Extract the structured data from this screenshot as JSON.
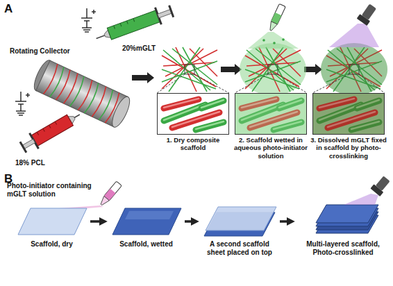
{
  "diagram": {
    "nodes": [
      {
        "text": [
          "1. Dry composite scaffold"
        ]
      },
      {
        "text": [
          "2. Scaffold wetted in aqueous photo-initiator solution"
        ]
      },
      {
        "text": [
          "3. Dissolved mGLT fixed in scaffold by photo-crosslinking"
        ]
      },
      {
        "text": [
          "Scaffold, dry"
        ]
      },
      {
        "text": [
          "Scaffold, wetted"
        ]
      },
      {
        "text": [
          "A second scaffold sheet placed on top"
        ]
      },
      {
        "text": [
          "Multi-layered scaffold, Photo-crosslinked"
        ]
      }
    ],
    "edges": [
      {
        "from": 3,
        "to": 4,
        "arrow": "to"
      },
      {
        "from": 4,
        "to": 5,
        "arrow": "to"
      },
      {
        "from": 5,
        "to": 6,
        "arrow": "to"
      }
    ],
    "labels": [
      "A",
      "20%mGLT",
      "Rotating Collector",
      "18% PCL",
      "B",
      "Photo-initiator containing mGLT solution"
    ]
  }
}
